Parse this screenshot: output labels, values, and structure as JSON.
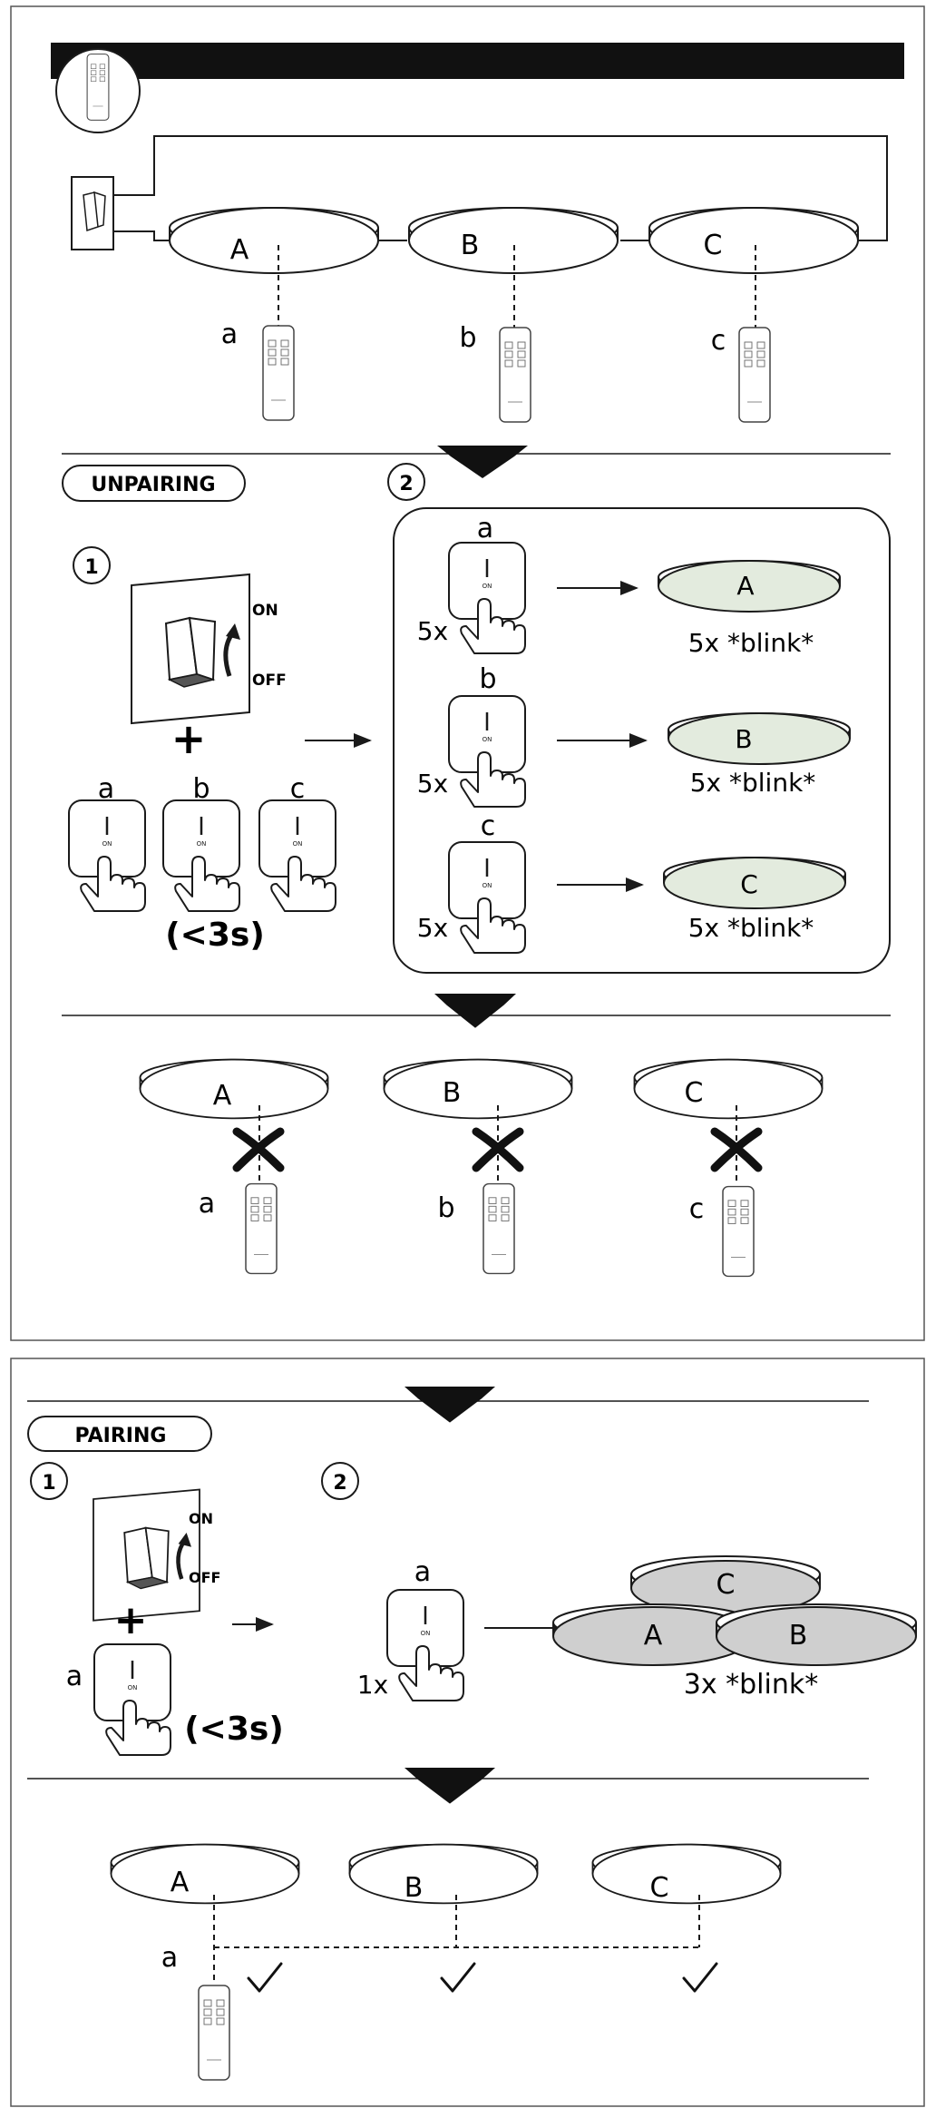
{
  "colors": {
    "line": "#1a1a1a",
    "frame": "#555555",
    "blink_fill": "#e3ebde",
    "pair_fill": "#cfcfcf",
    "header_bar": "#111111"
  },
  "icons": [
    "remote-icon",
    "wall-switch-icon",
    "ceiling-lamp-icon",
    "hand-press-icon",
    "arrow-down-icon",
    "cross-icon",
    "check-icon"
  ],
  "top": {
    "lamps": [
      "A",
      "B",
      "C"
    ],
    "remotes": [
      "a",
      "b",
      "c"
    ]
  },
  "unpairing": {
    "title": "UNPAIRING",
    "step1_num": "1",
    "step2_num": "2",
    "switch_on": "ON",
    "switch_off": "OFF",
    "plus": "+",
    "button_i": "I",
    "button_on": "ON",
    "remotes": [
      "a",
      "b",
      "c"
    ],
    "duration": "(<3s)",
    "steps": [
      {
        "remote": "a",
        "count": "5x",
        "lamp": "A",
        "result": "5x *blink*"
      },
      {
        "remote": "b",
        "count": "5x",
        "lamp": "B",
        "result": "5x *blink*"
      },
      {
        "remote": "c",
        "count": "5x",
        "lamp": "C",
        "result": "5x *blink*"
      }
    ],
    "result_lamps": [
      "A",
      "B",
      "C"
    ],
    "result_remotes": [
      "a",
      "b",
      "c"
    ]
  },
  "pairing": {
    "title": "PAIRING",
    "step1_num": "1",
    "step2_num": "2",
    "switch_on": "ON",
    "switch_off": "OFF",
    "plus": "+",
    "remote": "a",
    "button_i": "I",
    "button_on": "ON",
    "duration": "(<3s)",
    "step2_remote": "a",
    "step2_count": "1x",
    "lamps": [
      "C",
      "A",
      "B"
    ],
    "result": "3x *blink*",
    "result_lamps": [
      "A",
      "B",
      "C"
    ],
    "result_remote": "a"
  }
}
